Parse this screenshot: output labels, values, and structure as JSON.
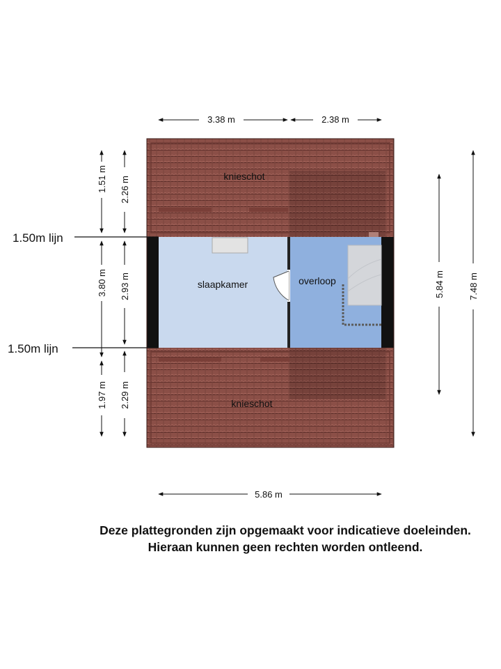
{
  "rooms": {
    "knieschot_top": "knieschot",
    "knieschot_bottom": "knieschot",
    "slaapkamer": "slaapkamer",
    "overloop": "overloop"
  },
  "dimensions": {
    "top_left": "3.38 m",
    "top_right": "2.38 m",
    "bottom_total": "5.86 m",
    "left_outer_top": "1.51 m",
    "left_outer_mid": "3.80 m",
    "left_outer_bottom": "1.97 m",
    "left_inner_top": "2.26 m",
    "left_inner_mid": "2.93 m",
    "left_inner_bottom": "2.29 m",
    "right_inner": "5.84 m",
    "right_outer": "7.48 m"
  },
  "lines": {
    "top_label": "1.50m lijn",
    "bottom_label": "1.50m lijn"
  },
  "disclaimer": {
    "line1": "Deze plattegronden zijn opgemaakt voor indicatieve doeleinden.",
    "line2": "Hieraan kunnen geen rechten worden ontleend."
  },
  "colors": {
    "roof": "#8a4f47",
    "roof_dark": "#6e3a34",
    "slaapkamer_floor": "#c9d9ee",
    "overloop_floor": "#8fb0de",
    "wall": "#111111"
  }
}
